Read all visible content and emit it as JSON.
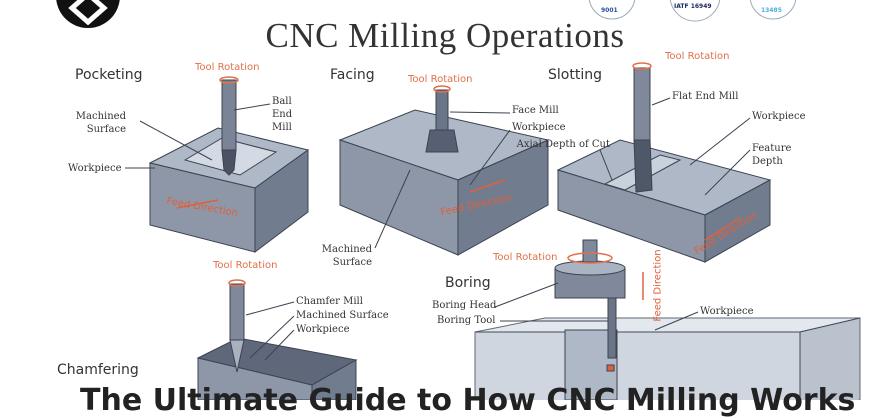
{
  "title": "CNC Milling Operations",
  "badges": [
    "9001",
    "IATF 16949",
    "13485"
  ],
  "pocketing": {
    "name": "Pocketing",
    "tool_rotation": "Tool Rotation",
    "tool": "Ball End Mill",
    "machined_surface": "Machined Surface",
    "workpiece": "Workpiece",
    "feed": "Feed Direction"
  },
  "facing": {
    "name": "Facing",
    "tool_rotation": "Tool Rotation",
    "tool": "Face Mill",
    "workpiece": "Workpiece",
    "machined_surface": "Machined Surface",
    "feed": "Feed Direction"
  },
  "slotting": {
    "name": "Slotting",
    "tool_rotation": "Tool Rotation",
    "tool": "Flat End Mill",
    "workpiece": "Workpiece",
    "axial_depth": "Axial Depth of Cut",
    "feature_depth": "Feature Depth",
    "feed": "Feed Direction"
  },
  "chamfering": {
    "name": "Chamfering",
    "tool_rotation": "Tool Rotation",
    "tool": "Chamfer Mill",
    "machined_surface": "Machined Surface",
    "workpiece": "Workpiece"
  },
  "boring": {
    "name": "Boring",
    "tool_rotation": "Tool Rotation",
    "head": "Boring Head",
    "tool": "Boring Tool",
    "feed": "Feed Direction",
    "workpiece": "Workpiece"
  },
  "bottom_title": "The Ultimate Guide to How CNC Milling Works",
  "colors": {
    "top": "#aeb8c7",
    "front": "#8d97a8",
    "side": "#717c8f",
    "accent": "#e0603a"
  }
}
